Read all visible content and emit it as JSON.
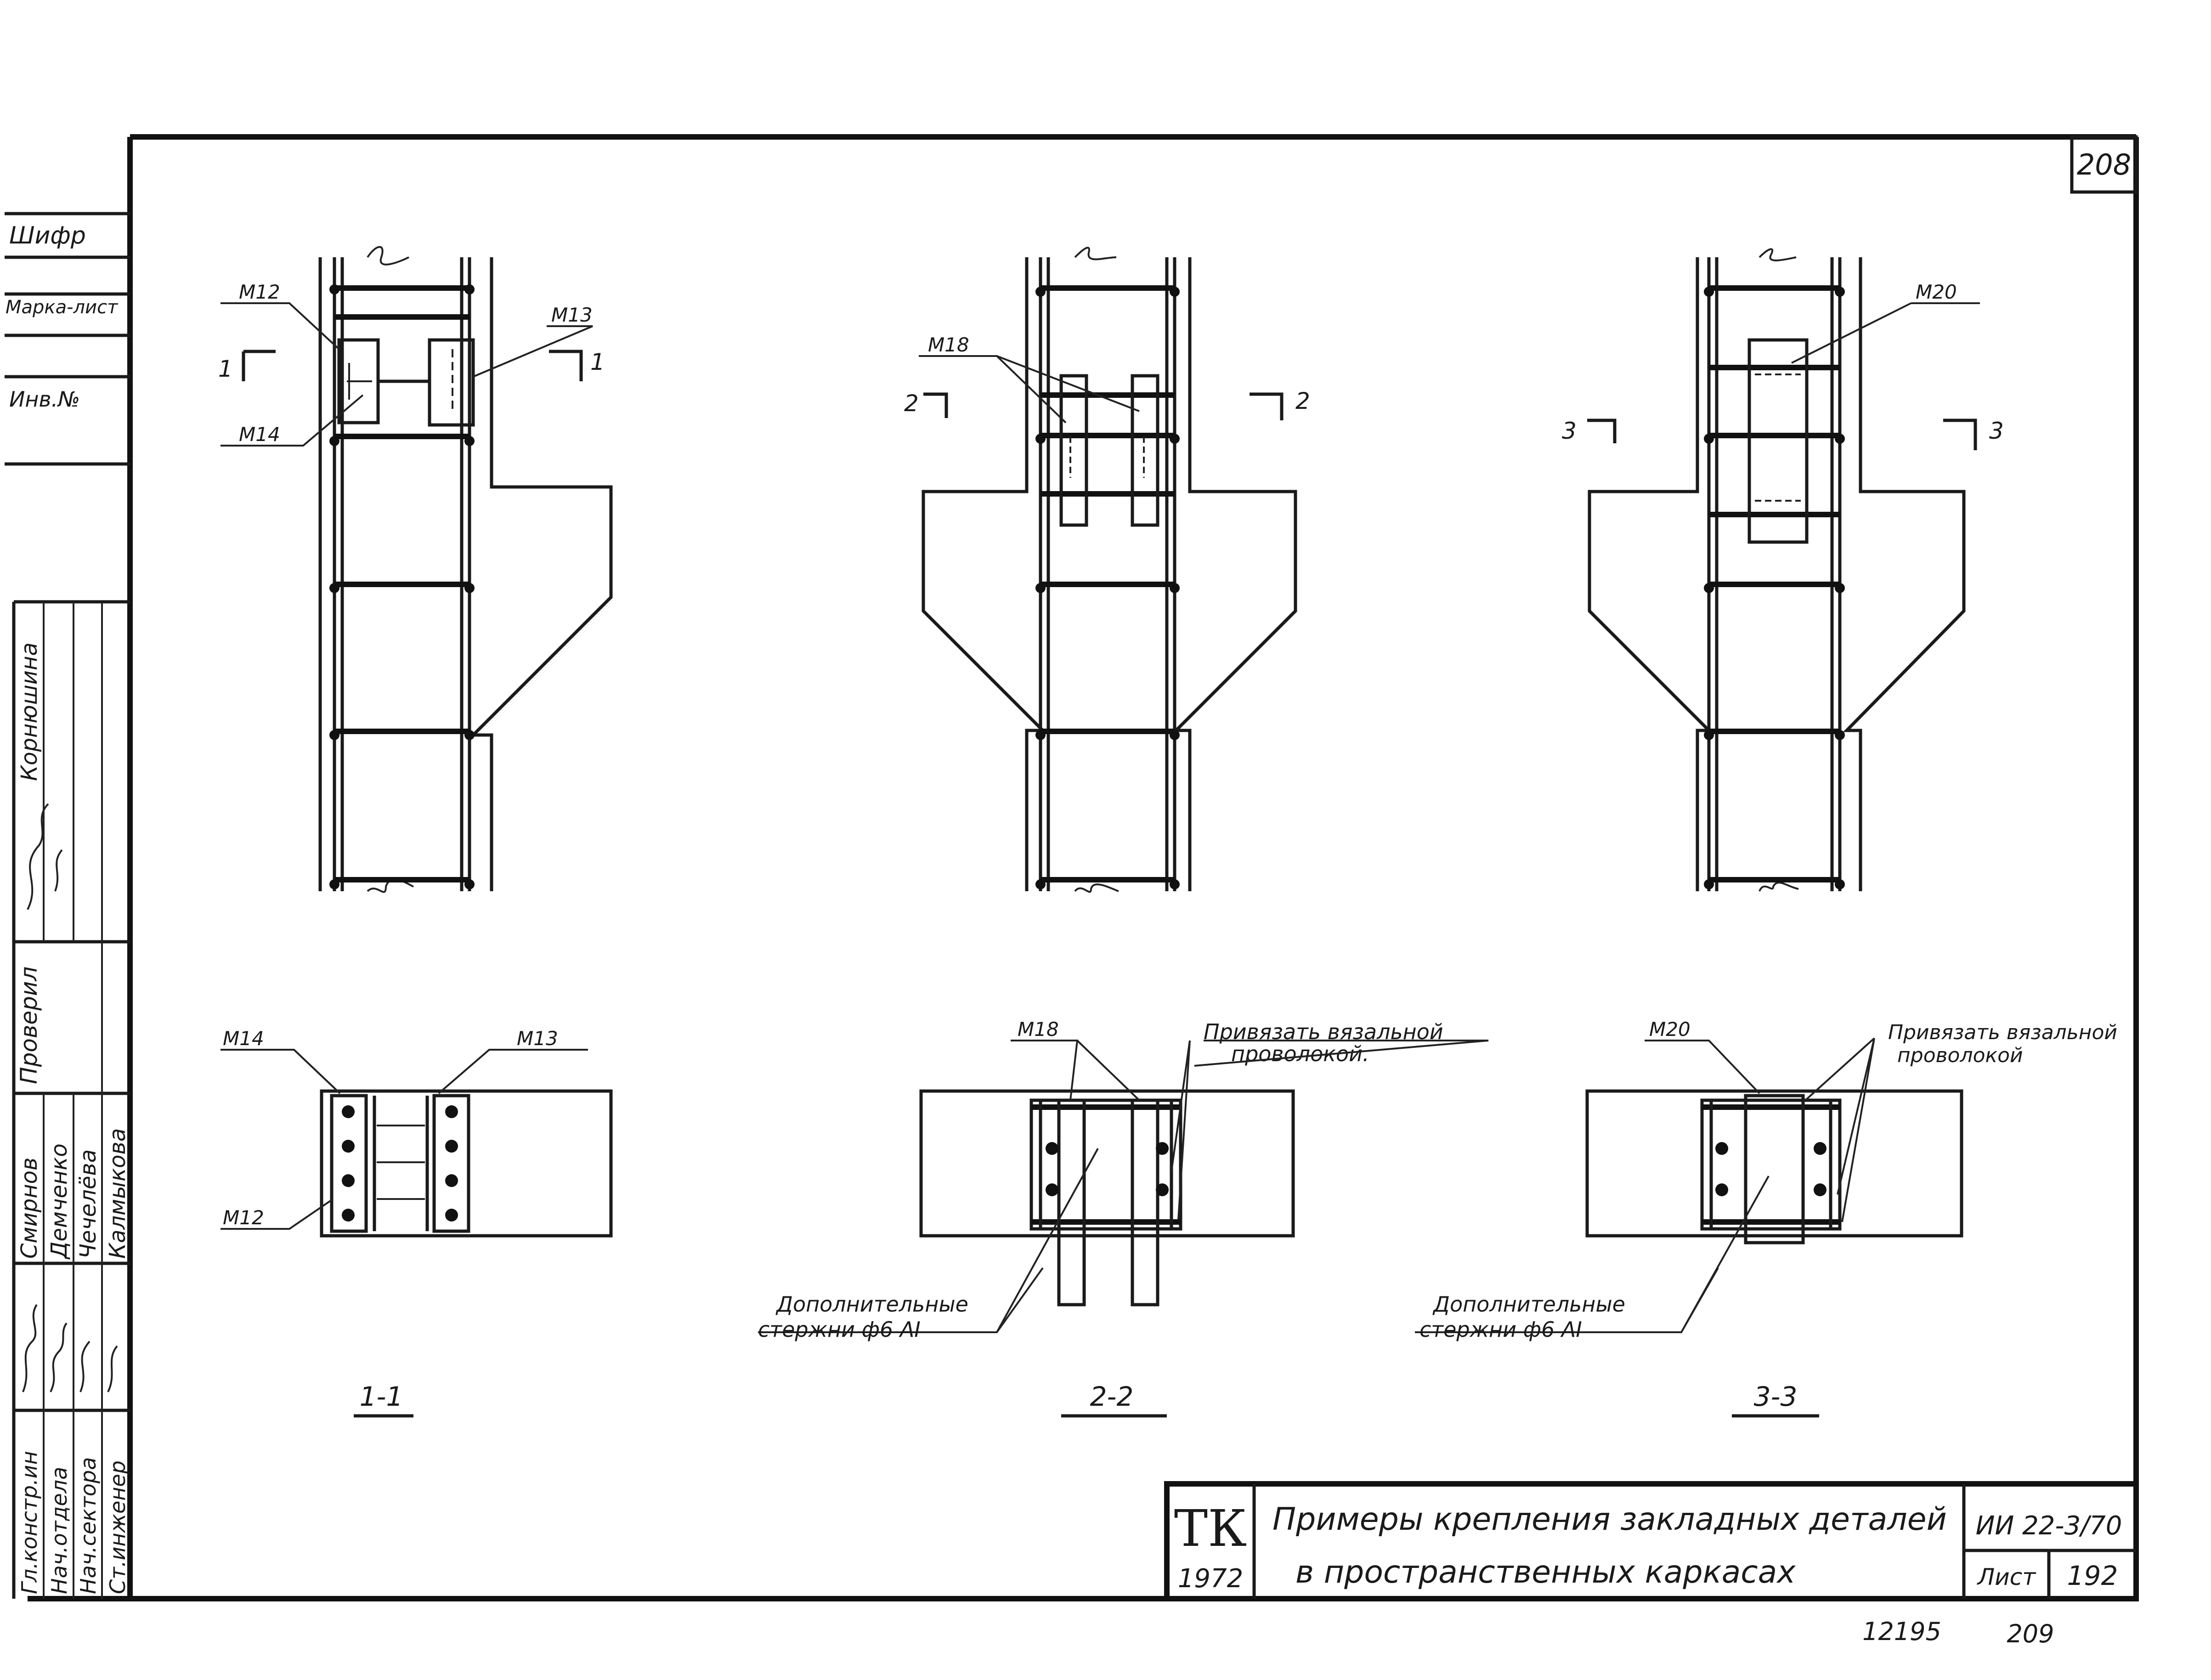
{
  "sheet": {
    "page_number": "208",
    "bottom_left_number": "12195",
    "bottom_right_number": "209"
  },
  "side_stamp": {
    "rows": [
      "Шифр",
      "Марка-лист",
      "Инв.№"
    ]
  },
  "signature_block": {
    "roles": [
      "Гл.констр.ин",
      "Нач.отдела",
      "Нач.сектора",
      "Ст.инженер"
    ],
    "names": [
      "Смирнов",
      "Демченко",
      "Чечелёва",
      "Калмыкова"
    ],
    "checked_label": "Проверил",
    "checked_name": "Корнюшина"
  },
  "title_block": {
    "org_logo": "ТК",
    "year": "1972",
    "title_line1": "Примеры крепления закладных деталей",
    "title_line2": "в пространственных каркасах",
    "code": "ИИ 22-3/70",
    "sheet_label": "Лист",
    "sheet_number": "192"
  },
  "views": {
    "view1": {
      "labels": {
        "m12": "М12",
        "m13": "М13",
        "m14": "М14"
      },
      "cut_mark": "1",
      "section_title": "1-1"
    },
    "view2": {
      "labels": {
        "m18": "М18"
      },
      "cut_mark": "2",
      "section_title": "2-2"
    },
    "view3": {
      "labels": {
        "m20": "М20"
      },
      "cut_mark": "3",
      "section_title": "3-3"
    }
  },
  "notes": {
    "tie_wire_1": "Привязать вязальной",
    "tie_wire_2": "проволокой.",
    "tie_wire_b1": "Привязать вязальной",
    "tie_wire_b2": "проволокой",
    "extra_bars_1": "Дополнительные",
    "extra_bars_2": "стержни ф6 АI"
  }
}
